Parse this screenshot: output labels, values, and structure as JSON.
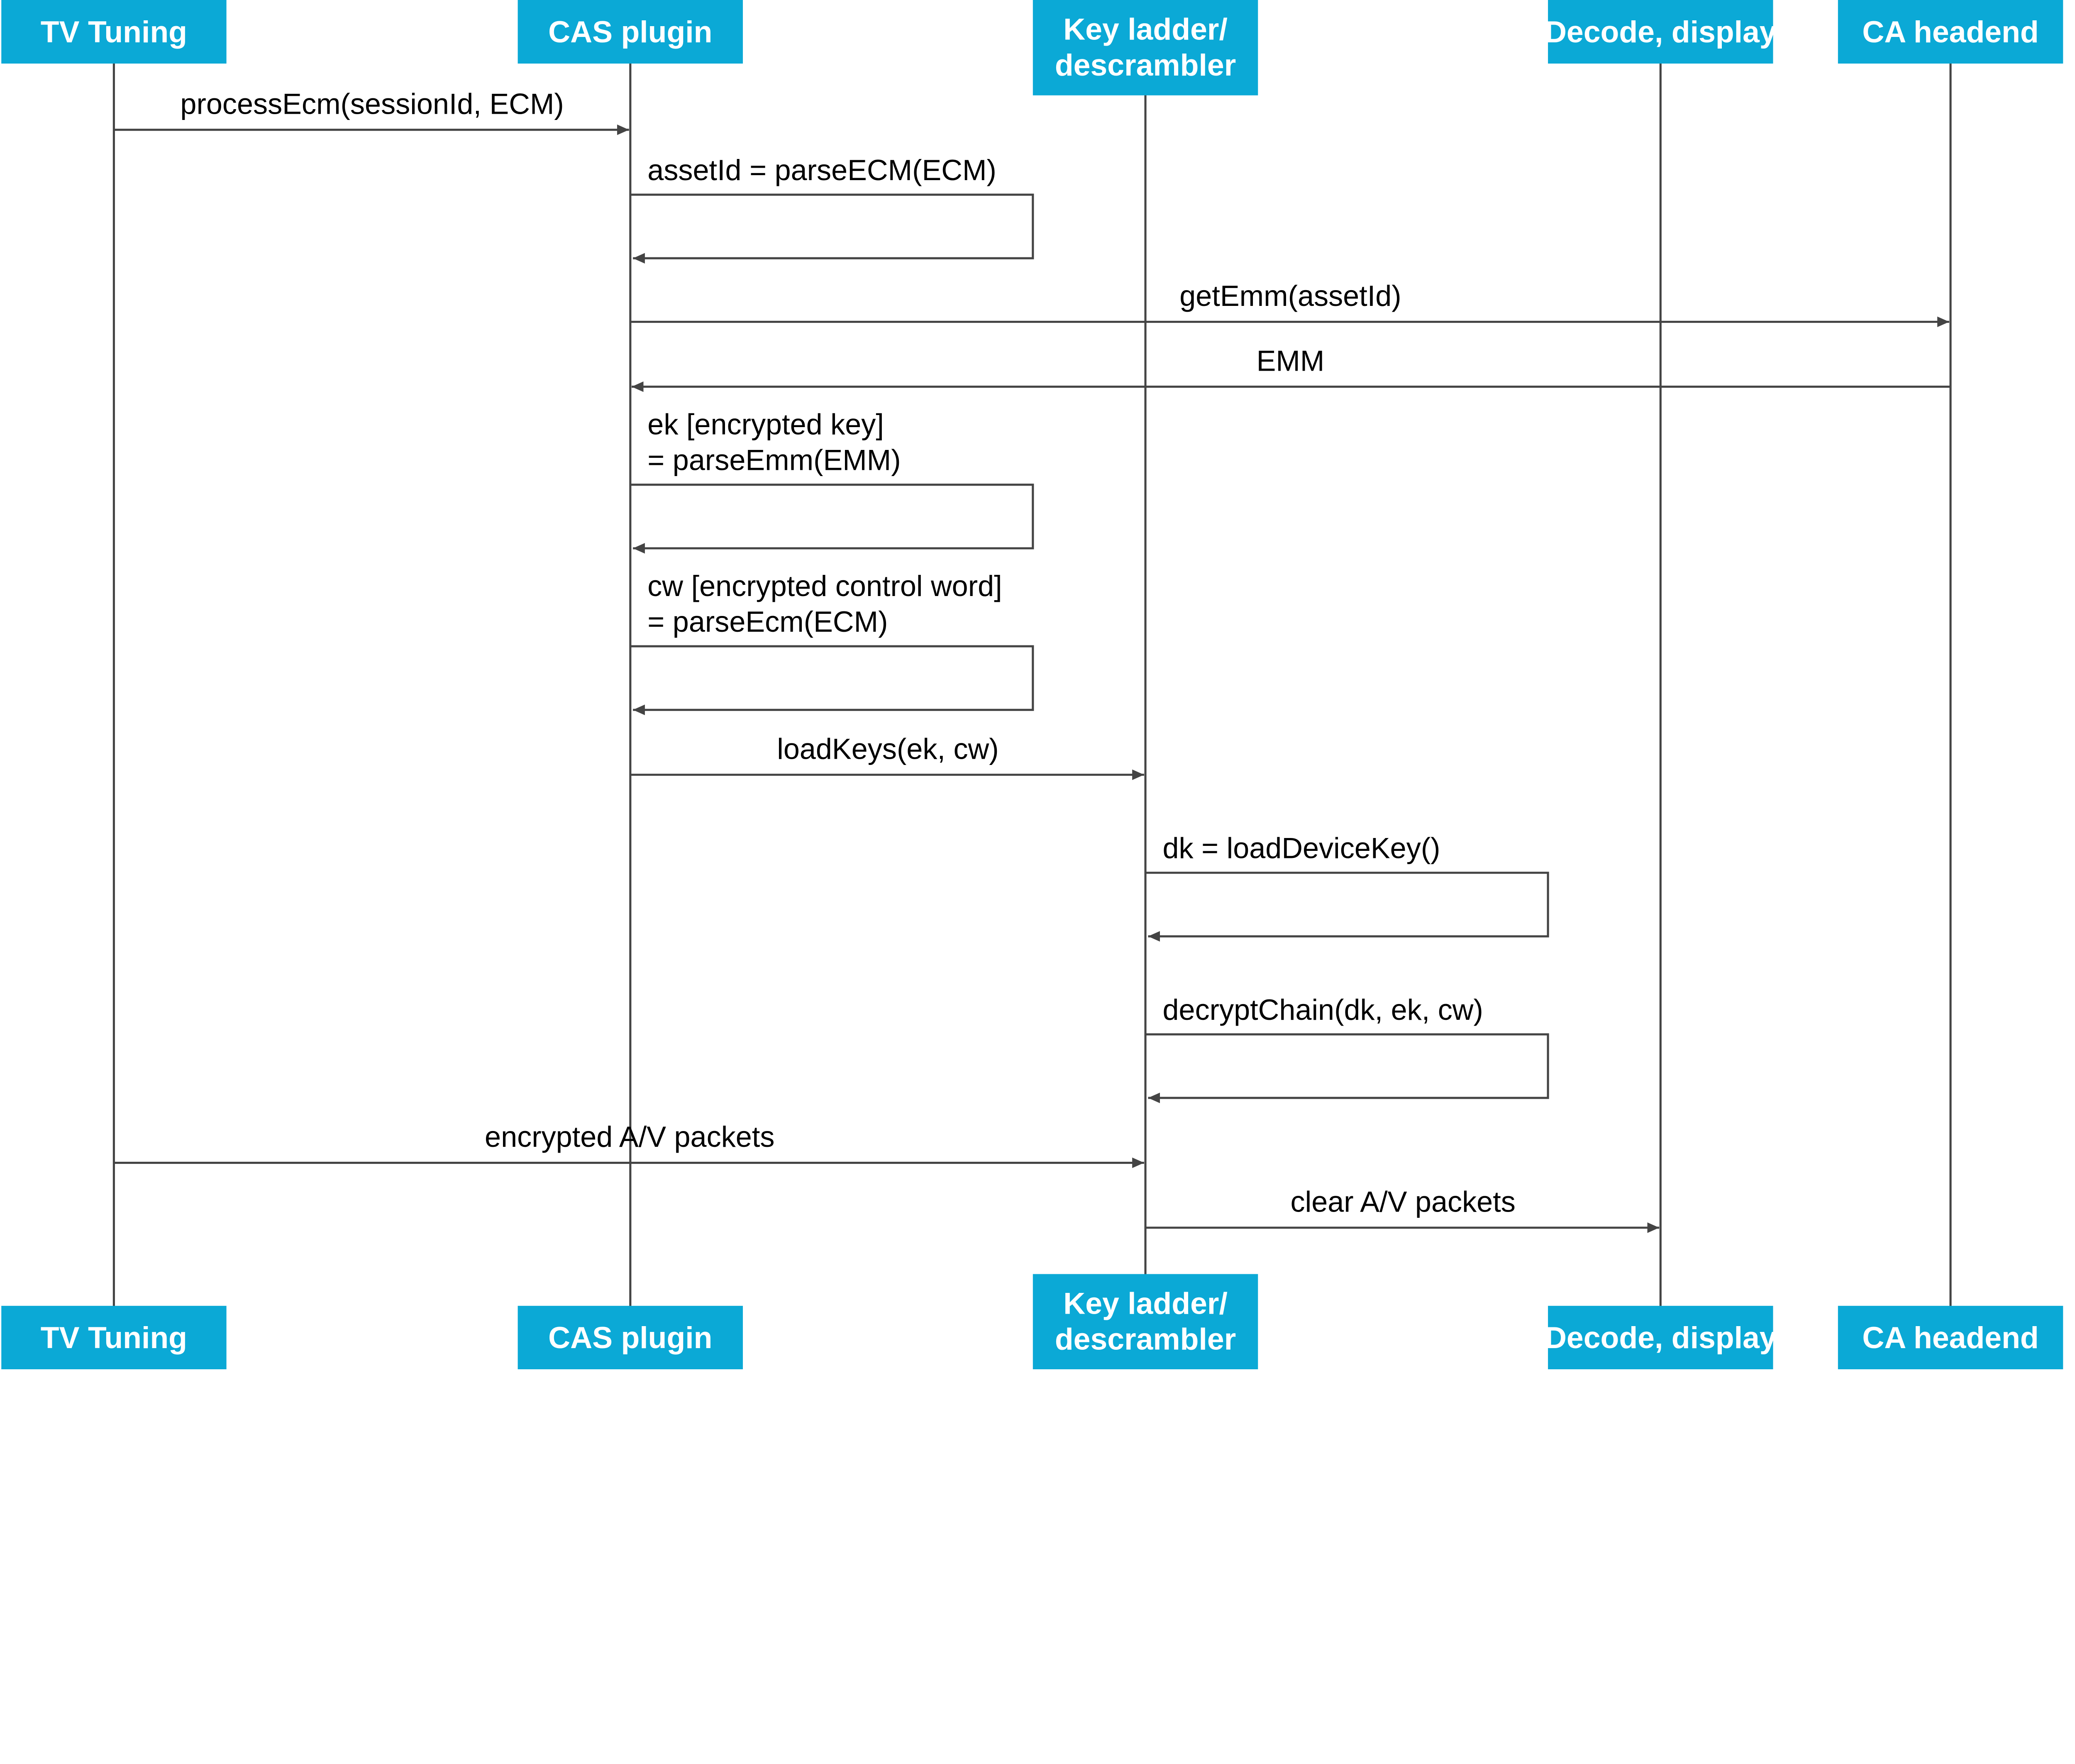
{
  "diagram": {
    "box_color": "#0ba9d6",
    "line_color": "#444444",
    "participants": [
      {
        "id": "tv",
        "label": [
          "TV Tuning"
        ]
      },
      {
        "id": "cas",
        "label": [
          "CAS plugin"
        ]
      },
      {
        "id": "key",
        "label": [
          "Key ladder/",
          "descrambler"
        ]
      },
      {
        "id": "decode",
        "label": [
          "Decode, display"
        ]
      },
      {
        "id": "ca",
        "label": [
          "CA headend"
        ]
      }
    ],
    "messages": [
      {
        "from": "tv",
        "to": "cas",
        "label": [
          "processEcm(sessionId, ECM)"
        ]
      },
      {
        "from": "cas",
        "to": "cas",
        "label": [
          "assetId = parseECM(ECM)"
        ]
      },
      {
        "from": "cas",
        "to": "ca",
        "label": [
          "getEmm(assetId)"
        ]
      },
      {
        "from": "ca",
        "to": "cas",
        "label": [
          "EMM"
        ]
      },
      {
        "from": "cas",
        "to": "cas",
        "label": [
          "ek [encrypted key]",
          "= parseEmm(EMM)"
        ]
      },
      {
        "from": "cas",
        "to": "cas",
        "label": [
          "cw [encrypted control word]",
          "= parseEcm(ECM)"
        ]
      },
      {
        "from": "cas",
        "to": "key",
        "label": [
          "loadKeys(ek, cw)"
        ]
      },
      {
        "from": "key",
        "to": "key",
        "label": [
          "dk = loadDeviceKey()"
        ]
      },
      {
        "from": "key",
        "to": "key",
        "label": [
          "decryptChain(dk, ek, cw)"
        ]
      },
      {
        "from": "tv",
        "to": "key",
        "label": [
          "encrypted A/V packets"
        ]
      },
      {
        "from": "key",
        "to": "decode",
        "label": [
          "clear A/V packets"
        ]
      }
    ]
  }
}
